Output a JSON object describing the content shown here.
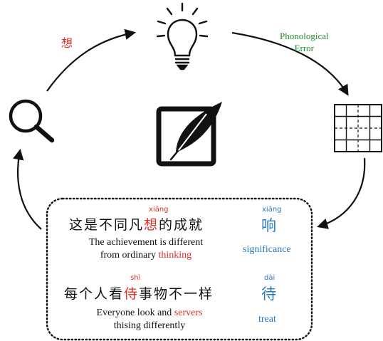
{
  "labels": {
    "think_char": "想",
    "phonological": "Phonological",
    "error": "Error"
  },
  "example1": {
    "sentence_before": "这是不同凡",
    "sentence_error_char": "想",
    "sentence_after": "的成就",
    "error_pinyin": "xiǎng",
    "translation_line1": "The achievement is different",
    "translation_line2_prefix": "from ordinary ",
    "translation_error_word": "thinking",
    "correct_pinyin": "xiǎng",
    "correct_char": "响",
    "correct_word": "significance"
  },
  "example2": {
    "sentence_before": "每个人看",
    "sentence_error_char": "侍",
    "sentence_after": "事物不一样",
    "error_pinyin": "shì",
    "translation_line1_prefix": "Everyone look and ",
    "translation_error_word": "servers",
    "translation_line2": "thising differently",
    "correct_pinyin": "dài",
    "correct_char": "待",
    "correct_word": "treat"
  },
  "icons": [
    "search-icon",
    "lightbulb-icon",
    "grid-icon",
    "quill-icon"
  ],
  "colors": {
    "error_red": "#e0302a",
    "correct_blue": "#2a7abf",
    "label_green": "#1f8a2a",
    "ink": "#111111"
  }
}
